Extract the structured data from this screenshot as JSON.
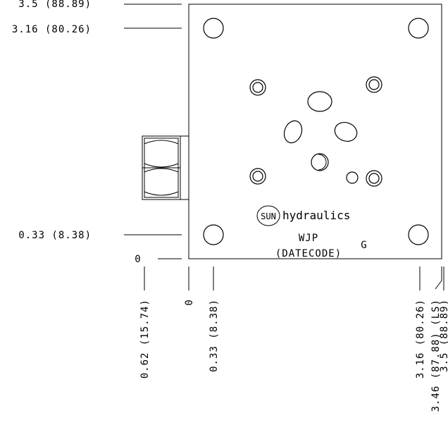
{
  "block": {
    "brand_mark": "SUN",
    "brand_name": "hydraulics",
    "model": "WJP",
    "datecode": "(DATECODE)",
    "port_mark": "G"
  },
  "dimensions": {
    "left": [
      {
        "id": "top-edge",
        "label": "3.5 (88.89)"
      },
      {
        "id": "top-bolt",
        "label": "3.16 (80.26)"
      },
      {
        "id": "bottom-bolt",
        "label": "0.33 (8.38)"
      },
      {
        "id": "origin",
        "label": "0"
      }
    ],
    "bottom": [
      {
        "id": "cartridge",
        "label": "0.62 (15.74)"
      },
      {
        "id": "origin",
        "label": "0"
      },
      {
        "id": "left-bolt",
        "label": "0.33 (8.38)"
      },
      {
        "id": "right-bolt",
        "label": "3.16 (80.26)"
      },
      {
        "id": "ls-port",
        "label": "3.46 (87.88) (LS)"
      },
      {
        "id": "right-edge",
        "label": "3.5 (88.89)"
      }
    ]
  }
}
